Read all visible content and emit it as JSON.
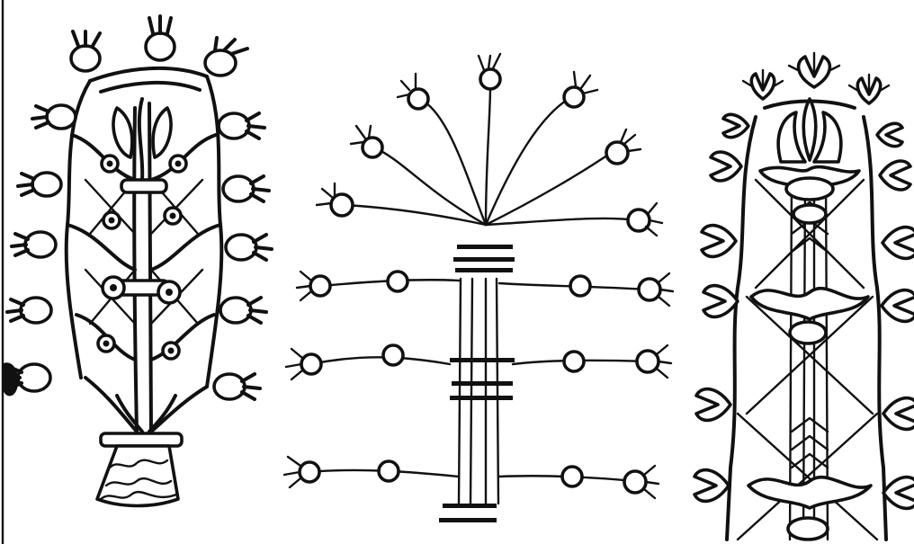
{
  "figure": {
    "panels": [
      {
        "id": "left",
        "motif": "sacred-tree-with-pomegranates"
      },
      {
        "id": "middle",
        "motif": "stylized-tree-with-radiating-branches"
      },
      {
        "id": "right",
        "motif": "sacred-tree-with-palmettes"
      }
    ],
    "colors": {
      "ink": "#111111",
      "paper": "#ffffff"
    }
  }
}
